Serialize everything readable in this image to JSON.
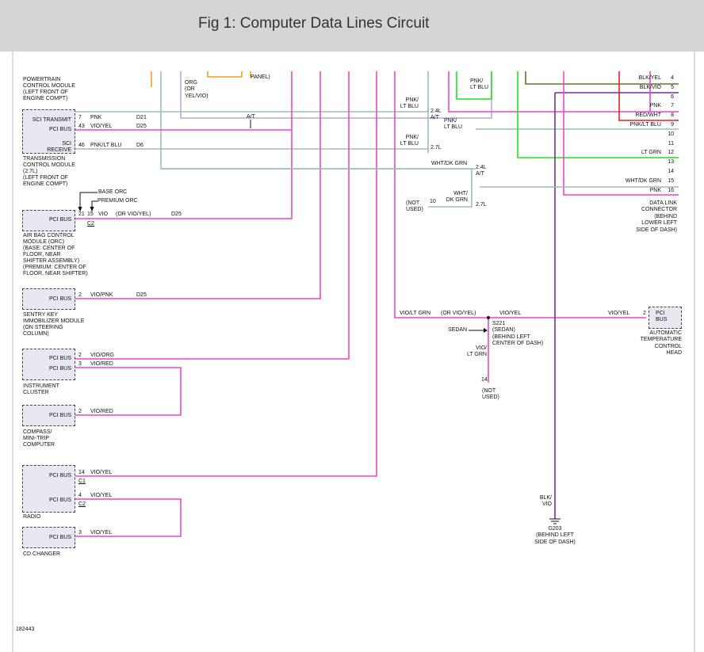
{
  "title": "Fig 1: Computer Data Lines Circuit",
  "figure_number": "182443",
  "colors": {
    "pink": "#ee45c8",
    "green": "#1ee11e",
    "violet": "#7b2d9a",
    "olive": "#5b7a2a",
    "orange": "#f0a020",
    "red": "#e62020",
    "gray": "#9bbfb5",
    "lavender": "#b8a6d8",
    "module_fill": "#e7e8f1"
  },
  "modules": {
    "pcm": {
      "name": "POWERTRAIN\nCONTROL MODULE\n(LEFT FRONT OF\nENGINE COMPT)",
      "sci_transmit": "SCI TRANSMIT",
      "pci_bus": "PCI BUS",
      "sci_receive": "SCI\nRECEIVE",
      "pin_7": "7",
      "pin_43": "43",
      "pin_46": "46",
      "wire_pnk": "PNK",
      "wire_vio_yel": "VIO/YEL",
      "wire_pnk_lt_blu": "PNK/LT BLU",
      "circuit_d21": "D21",
      "circuit_d25": "D25",
      "circuit_d6": "D6"
    },
    "tcm": {
      "name": "TRANSMISSION\nCONTROL MODULE\n(2.7L)\n(LEFT FRONT OF\nENGINE COMPT)"
    },
    "orc": {
      "name": "AIR BAG CONTROL\nMODULE (ORC)\n(BASE: CENTER OF\nFLOOR, NEAR\nSHIFTER ASSEMBLY)\n(PREMIUM: CENTER OF\nFLOOR, NEAR SHIFTER)",
      "pci_bus": "PCI BUS",
      "base_orc": "BASE ORC",
      "premium_orc": "PREMIUM ORC",
      "pin_21": "21",
      "pin_15": "15",
      "wire": "VIO",
      "wire_alt": "(OR VIO/YEL)",
      "circuit": "D25",
      "connector": "C2"
    },
    "skim": {
      "name": "SENTRY KEY\nIMMOBILIZER MODULE\n(ON STEERING\nCOLUMN)",
      "pci_bus": "PCI BUS",
      "pin": "2",
      "wire": "VIO/PNK",
      "circuit": "D25"
    },
    "cluster": {
      "name": "INSTRUMENT\nCLUSTER",
      "pci_bus_1": "PCI BUS",
      "pci_bus_2": "PCI BUS",
      "pin_2": "2",
      "pin_3": "3",
      "wire_1": "VIO/ORG",
      "wire_2": "VIO/RED"
    },
    "compass": {
      "name": "COMPASS/\nMINI-TRIP\nCOMPUTER",
      "pci_bus": "PCI BUS",
      "pin": "2",
      "wire": "VIO/RED"
    },
    "radio": {
      "name": "RADIO",
      "pci_bus_1": "PCI BUS",
      "pci_bus_2": "PCI BUS",
      "pin_14": "14",
      "pin_4": "4",
      "wire_1": "VIO/YEL",
      "wire_2": "VIO/YEL",
      "conn_c1": "C1",
      "conn_c2": "C2"
    },
    "cd": {
      "name": "CD CHANGER",
      "pci_bus": "PCI BUS",
      "pin": "3",
      "wire": "VIO/YEL"
    },
    "atc": {
      "name": "AUTOMATIC\nTEMPERATURE\nCONTROL\nHEAD",
      "pci_bus": "PCI\nBUS",
      "pin": "2",
      "wire": "VIO/YEL"
    }
  },
  "top_labels": {
    "org_or": "ORG\n(OR\nYEL/VIO)",
    "panel": "PANEL)",
    "at": "A/T"
  },
  "splices": {
    "pnk_lt_blu_1": "PNK/\nLT BLU",
    "var_24_at": "2.4L\nA/T",
    "pnk_lt_blu_2": "PNK/\nLT BLU",
    "pnk_lt_blu_3": "PNK/\nLT BLU",
    "var_27_a": "2.7L",
    "pnk_lt_blu_top": "PNK/\nLT BLU",
    "wht_dk_grn": "WHT/DK GRN",
    "var_24_at_2": "2.4L\nA/T",
    "wht_dk_grn_2": "WHT/\nDK GRN",
    "var_27_b": "2.7L",
    "not_used_1": "(NOT\nUSED)",
    "pin_10": "10"
  },
  "dlc": {
    "name": "DATA LINK\nCONNECTOR\n(BEHIND\nLOWER LEFT\nSIDE OF DASH)",
    "pins": [
      {
        "num": "4",
        "wire": "BLK/YEL"
      },
      {
        "num": "5",
        "wire": "BLK/VIO"
      },
      {
        "num": "6",
        "wire": ""
      },
      {
        "num": "7",
        "wire": "PNK"
      },
      {
        "num": "8",
        "wire": "RED/WHT"
      },
      {
        "num": "9",
        "wire": "PNK/LT BLU"
      },
      {
        "num": "10",
        "wire": ""
      },
      {
        "num": "11",
        "wire": ""
      },
      {
        "num": "12",
        "wire": "LT GRN"
      },
      {
        "num": "13",
        "wire": ""
      },
      {
        "num": "14",
        "wire": ""
      },
      {
        "num": "15",
        "wire": "WHT/DK GRN"
      },
      {
        "num": "16",
        "wire": "PNK"
      }
    ]
  },
  "s221": {
    "vio_lt_grn": "VIO/LT GRN",
    "or_vio_yel": "(OR VIO/YEL)",
    "vio_yel": "VIO/YEL",
    "name": "S221\n(SEDAN)\n(BEHIND LEFT\nCENTER OF DASH)",
    "sedan": "SEDAN",
    "vio_lt_grn_down": "VIO/\nLT GRN",
    "pin_14": "14",
    "not_used": "(NOT\nUSED)"
  },
  "ground": {
    "wire": "BLK/\nVIO",
    "name": "G203\n(BEHIND LEFT\nSIDE OF DASH)"
  }
}
